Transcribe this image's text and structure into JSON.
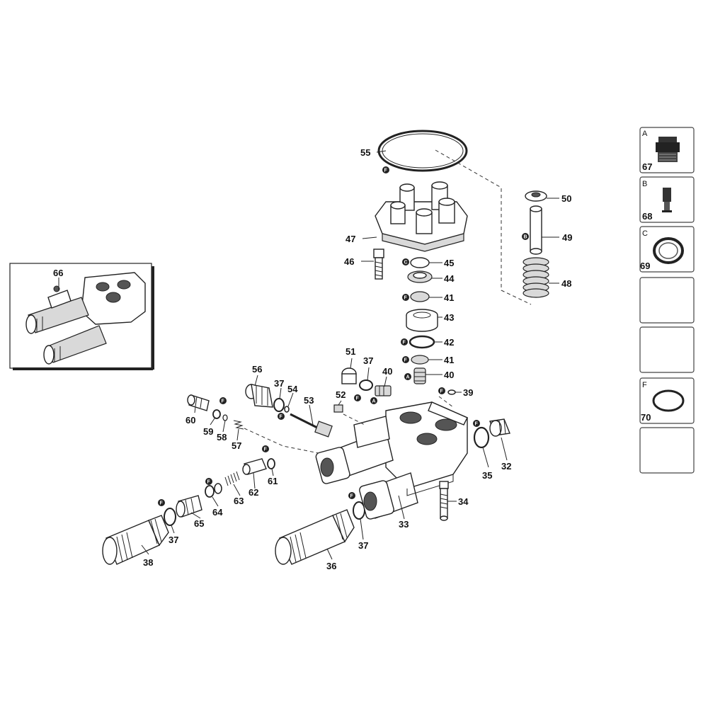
{
  "parts": {
    "p32": "32",
    "p33": "33",
    "p34": "34",
    "p35": "35",
    "p36": "36",
    "p37a": "37",
    "p37b": "37",
    "p37c": "37",
    "p37d": "37",
    "p38": "38",
    "p39": "39",
    "p40a": "40",
    "p40b": "40",
    "p41a": "41",
    "p41b": "41",
    "p42": "42",
    "p43": "43",
    "p44": "44",
    "p45": "45",
    "p46": "46",
    "p47": "47",
    "p48": "48",
    "p49": "49",
    "p50": "50",
    "p51": "51",
    "p52": "52",
    "p53": "53",
    "p54": "54",
    "p55": "55",
    "p56": "56",
    "p57": "57",
    "p58": "58",
    "p59": "59",
    "p60": "60",
    "p61": "61",
    "p62": "62",
    "p63": "63",
    "p64": "64",
    "p65": "65",
    "p66": "66"
  },
  "badges": {
    "f": "F",
    "a": "A",
    "b": "B",
    "c": "C"
  },
  "kits": [
    {
      "letter": "A",
      "number": "67",
      "icon": "valve-cap-icon"
    },
    {
      "letter": "B",
      "number": "68",
      "icon": "plunger-pin-icon"
    },
    {
      "letter": "C",
      "number": "69",
      "icon": "seal-ring-icon"
    },
    {
      "letter": "",
      "number": "",
      "icon": ""
    },
    {
      "letter": "",
      "number": "",
      "icon": ""
    },
    {
      "letter": "F",
      "number": "70",
      "icon": "o-ring-icon"
    },
    {
      "letter": "",
      "number": "",
      "icon": ""
    }
  ],
  "colors": {
    "line": "#222222",
    "badge": "#222222",
    "panel_border": "#444444"
  }
}
